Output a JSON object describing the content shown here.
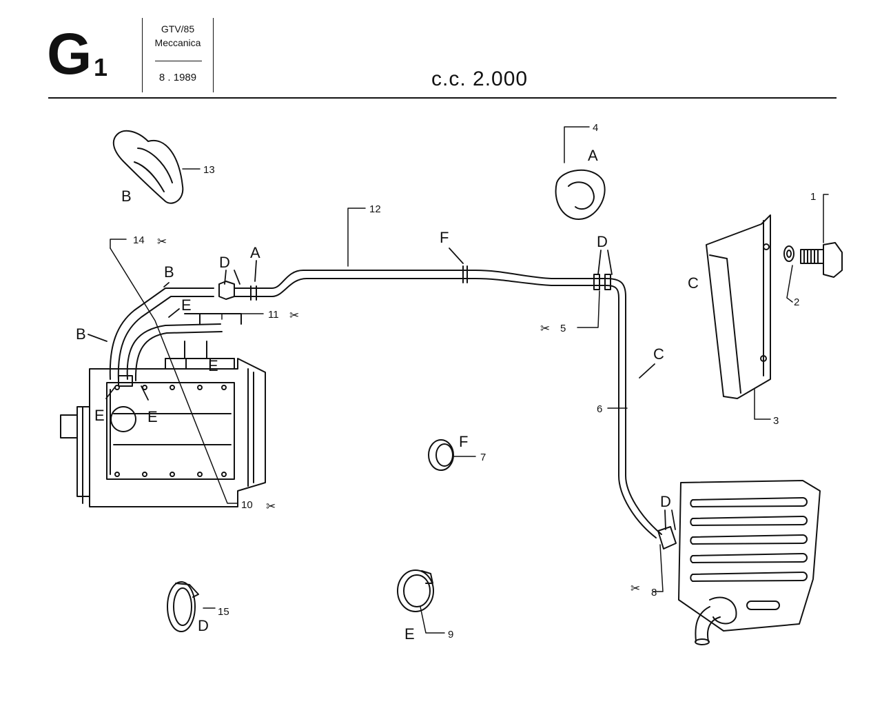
{
  "header": {
    "section_letter": "G",
    "section_number": "1",
    "model": "GTV/85",
    "category": "Meccanica",
    "date": "8 . 1989",
    "spec": "c.c. 2.000"
  },
  "letter_labels": {
    "a1": "A",
    "a2": "A",
    "b1": "B",
    "b2": "B",
    "b3": "B",
    "c1": "C",
    "c2": "C",
    "d1": "D",
    "d2": "D",
    "d3": "D",
    "d4": "D",
    "e1": "E",
    "e2": "E",
    "e3": "E",
    "e4": "E",
    "e5": "E",
    "f1": "F",
    "f2": "F"
  },
  "part_numbers": {
    "p1": "1",
    "p2": "2",
    "p3": "3",
    "p4": "4",
    "p5": "5",
    "p6": "6",
    "p7": "7",
    "p8": "8",
    "p9": "9",
    "p10": "10",
    "p11": "11",
    "p12": "12",
    "p13": "13",
    "p14": "14",
    "p15": "15"
  },
  "cut_symbol": "✂"
}
